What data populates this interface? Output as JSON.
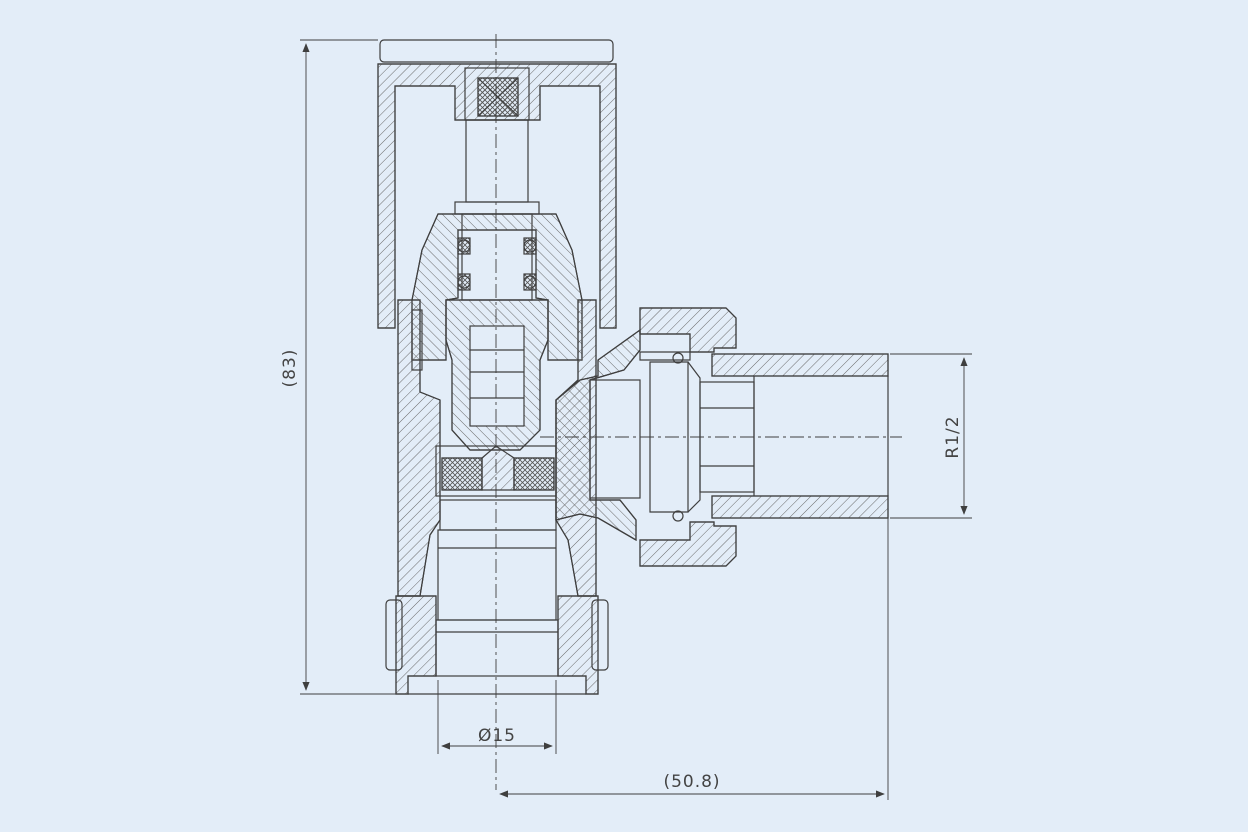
{
  "drawing": {
    "background": "#e3edf8",
    "line_color": "#3f3f3f",
    "hatch_color": "#6a6a6a",
    "dimensions": {
      "height": "(83)",
      "pipe_diameter": "Ø15",
      "offset": "(50.8)",
      "thread": "R1/2"
    }
  }
}
